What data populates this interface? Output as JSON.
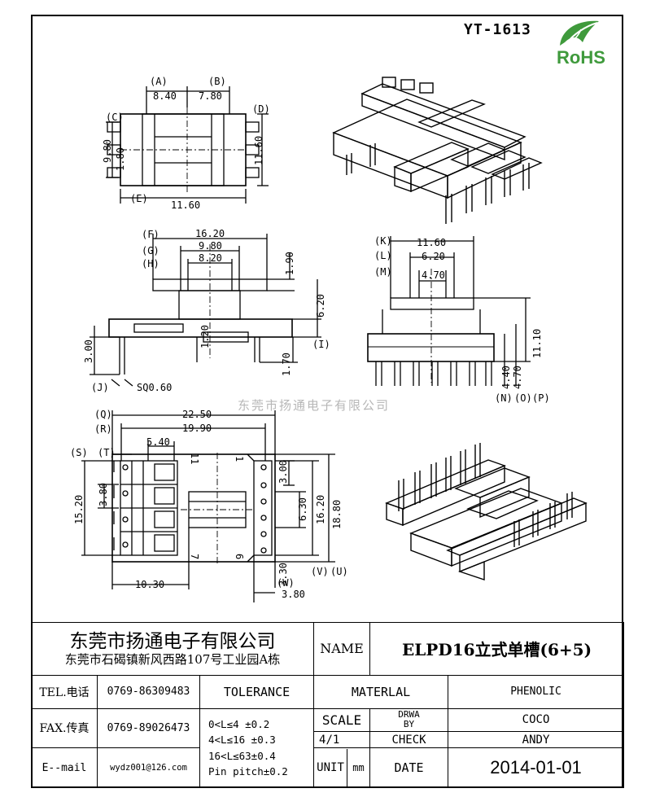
{
  "header": {
    "model": "YT-1613",
    "rohs_label": "RoHS"
  },
  "drawing": {
    "watermark": "东莞市扬通电子有限公司",
    "top_view": {
      "A": "(A)",
      "B": "(B)",
      "C": "(C)",
      "D": "(D)",
      "E": "(E)",
      "dim_a": "8.40",
      "dim_b": "7.80",
      "dim_c": "9.80",
      "dim_c2": "1.80",
      "dim_d": "11.60",
      "dim_e": "11.60"
    },
    "side_view": {
      "F": "(F)",
      "G": "(G)",
      "H": "(H)",
      "I": "(I)",
      "J": "(J)",
      "dim_f": "16.20",
      "dim_g": "9.80",
      "dim_h": "8.20",
      "dim_top": "1.90",
      "dim_total": "6.20",
      "dim_pin": "3.00",
      "dim_base": "1.20",
      "dim_i": "1.70",
      "dim_j": "SQ0.60"
    },
    "end_view": {
      "K": "(K)",
      "L": "(L)",
      "M": "(M)",
      "N": "(N)",
      "O": "(O)",
      "P": "(P)",
      "dim_k": "11.60",
      "dim_l": "6.20",
      "dim_m": "4.70",
      "dim_h": "11.10",
      "dim_n": "4.40",
      "dim_o": "4.70"
    },
    "bottom_view": {
      "Q": "(Q)",
      "R": "(R)",
      "S": "(S)",
      "T": "(T)",
      "U": "(U)",
      "V": "(V)",
      "W": "(W)",
      "dim_q": "22.50",
      "dim_r": "19.90",
      "dim_pitch": "5.40",
      "dim_s": "15.20",
      "dim_t": "3.80",
      "dim_slot": "3.00",
      "dim_gap": "6.30",
      "dim_u": "16.20",
      "dim_v": "18.80",
      "dim_bot": "10.30",
      "dim_w1": "3.30",
      "dim_w2": "3.80",
      "pin1": "1",
      "pin6": "6",
      "pin7": "7",
      "pin11": "11"
    }
  },
  "title_block": {
    "company": "东莞市扬通电子有限公司",
    "address": "东莞市石碣镇新风西路107号工业园A栋",
    "name_label": "NAME",
    "name_value": "ELPD16立式单槽(6+5)",
    "tel_label": "TEL.电话",
    "tel_value": "0769-86309483",
    "tolerance_label": "TOLERANCE",
    "material_label": "MATERLAL",
    "material_value": "PHENOLIC",
    "fax_label": "FAX.传真",
    "fax_value": "0769-89026473",
    "tol_1": "0<L≤4  ±0.2",
    "tol_2": "4<L≤16 ±0.3",
    "tol_3": "16<L≤63±0.4",
    "tol_4": "Pin pitch±0.2",
    "scale_label": "SCALE",
    "scale_value": "4/1",
    "drawn_label_1": "DRWA",
    "drawn_label_2": "BY",
    "drawn_value": "COCO",
    "check_label": "CHECK",
    "check_value": "ANDY",
    "email_label": "E--mail",
    "email_value": "wydz001@126.com",
    "unit_label": "UNIT",
    "unit_value": "mm",
    "date_label": "DATE",
    "date_value": "2014-01-01"
  },
  "colors": {
    "line": "#000000",
    "rohs_green": "#3f9a3c",
    "watermark": "#b7b7b7"
  }
}
